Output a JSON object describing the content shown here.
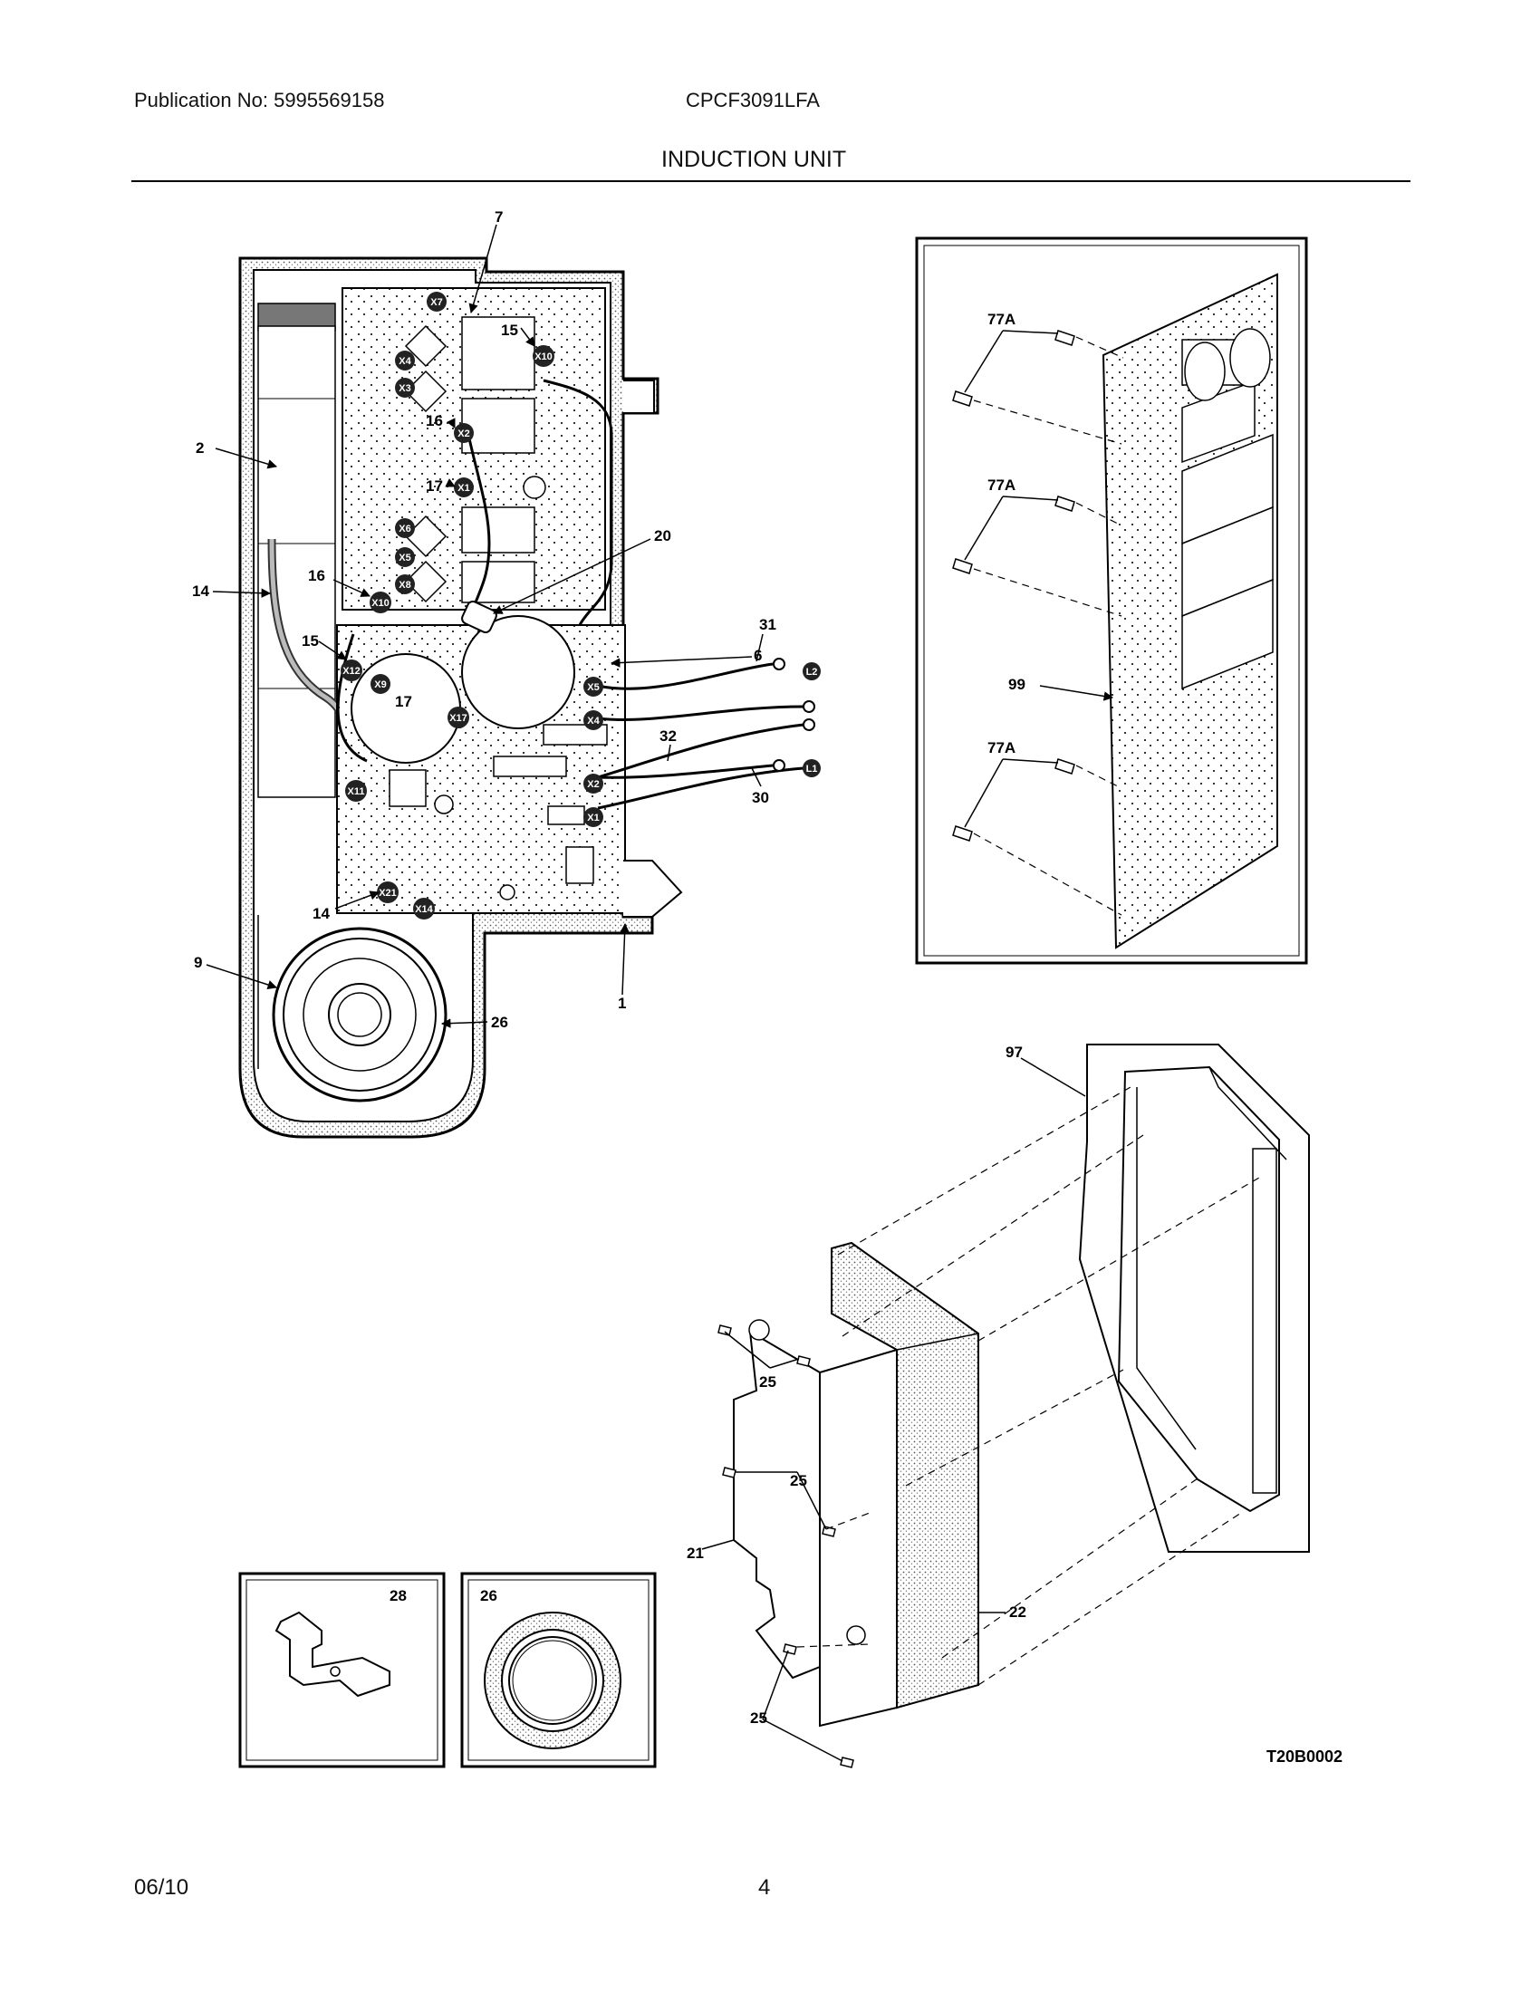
{
  "header": {
    "publication": "Publication No: 5995569158",
    "model": "CPCF3091LFA",
    "title": "INDUCTION UNIT"
  },
  "footer": {
    "date": "06/10",
    "page": "4"
  },
  "diagram": {
    "code": "T20B0002",
    "callouts": {
      "c1": "1",
      "c2": "2",
      "c6": "6",
      "c7": "7",
      "c9": "9",
      "c14a": "14",
      "c14b": "14",
      "c15a": "15",
      "c15b": "15",
      "c16a": "16",
      "c16b": "16",
      "c17a": "17",
      "c17b": "17",
      "c20": "20",
      "c21": "21",
      "c22": "22",
      "c25a": "25",
      "c25b": "25",
      "c25c": "25",
      "c26": "26",
      "c30": "30",
      "c31": "31",
      "c32": "32",
      "c77a1": "77A",
      "c77a2": "77A",
      "c77a3": "77A",
      "c97": "97",
      "c99": "99"
    },
    "inset_labels": {
      "i28": "28",
      "i26": "26"
    },
    "connectors": {
      "x7": "X7",
      "x4a": "X4",
      "x3a": "X3",
      "x10a": "X10",
      "x2a": "X2",
      "x1a": "X1",
      "x6a": "X6",
      "x5a": "X5",
      "x8": "X8",
      "x10b": "X10",
      "x12": "X12",
      "x9": "X9",
      "x17": "X17",
      "x5b": "X5",
      "x4b": "X4",
      "x2b": "X2",
      "x1b": "X1",
      "x11": "X11",
      "x21": "X21",
      "x14": "X14",
      "l2": "L2",
      "l1": "L1"
    }
  }
}
